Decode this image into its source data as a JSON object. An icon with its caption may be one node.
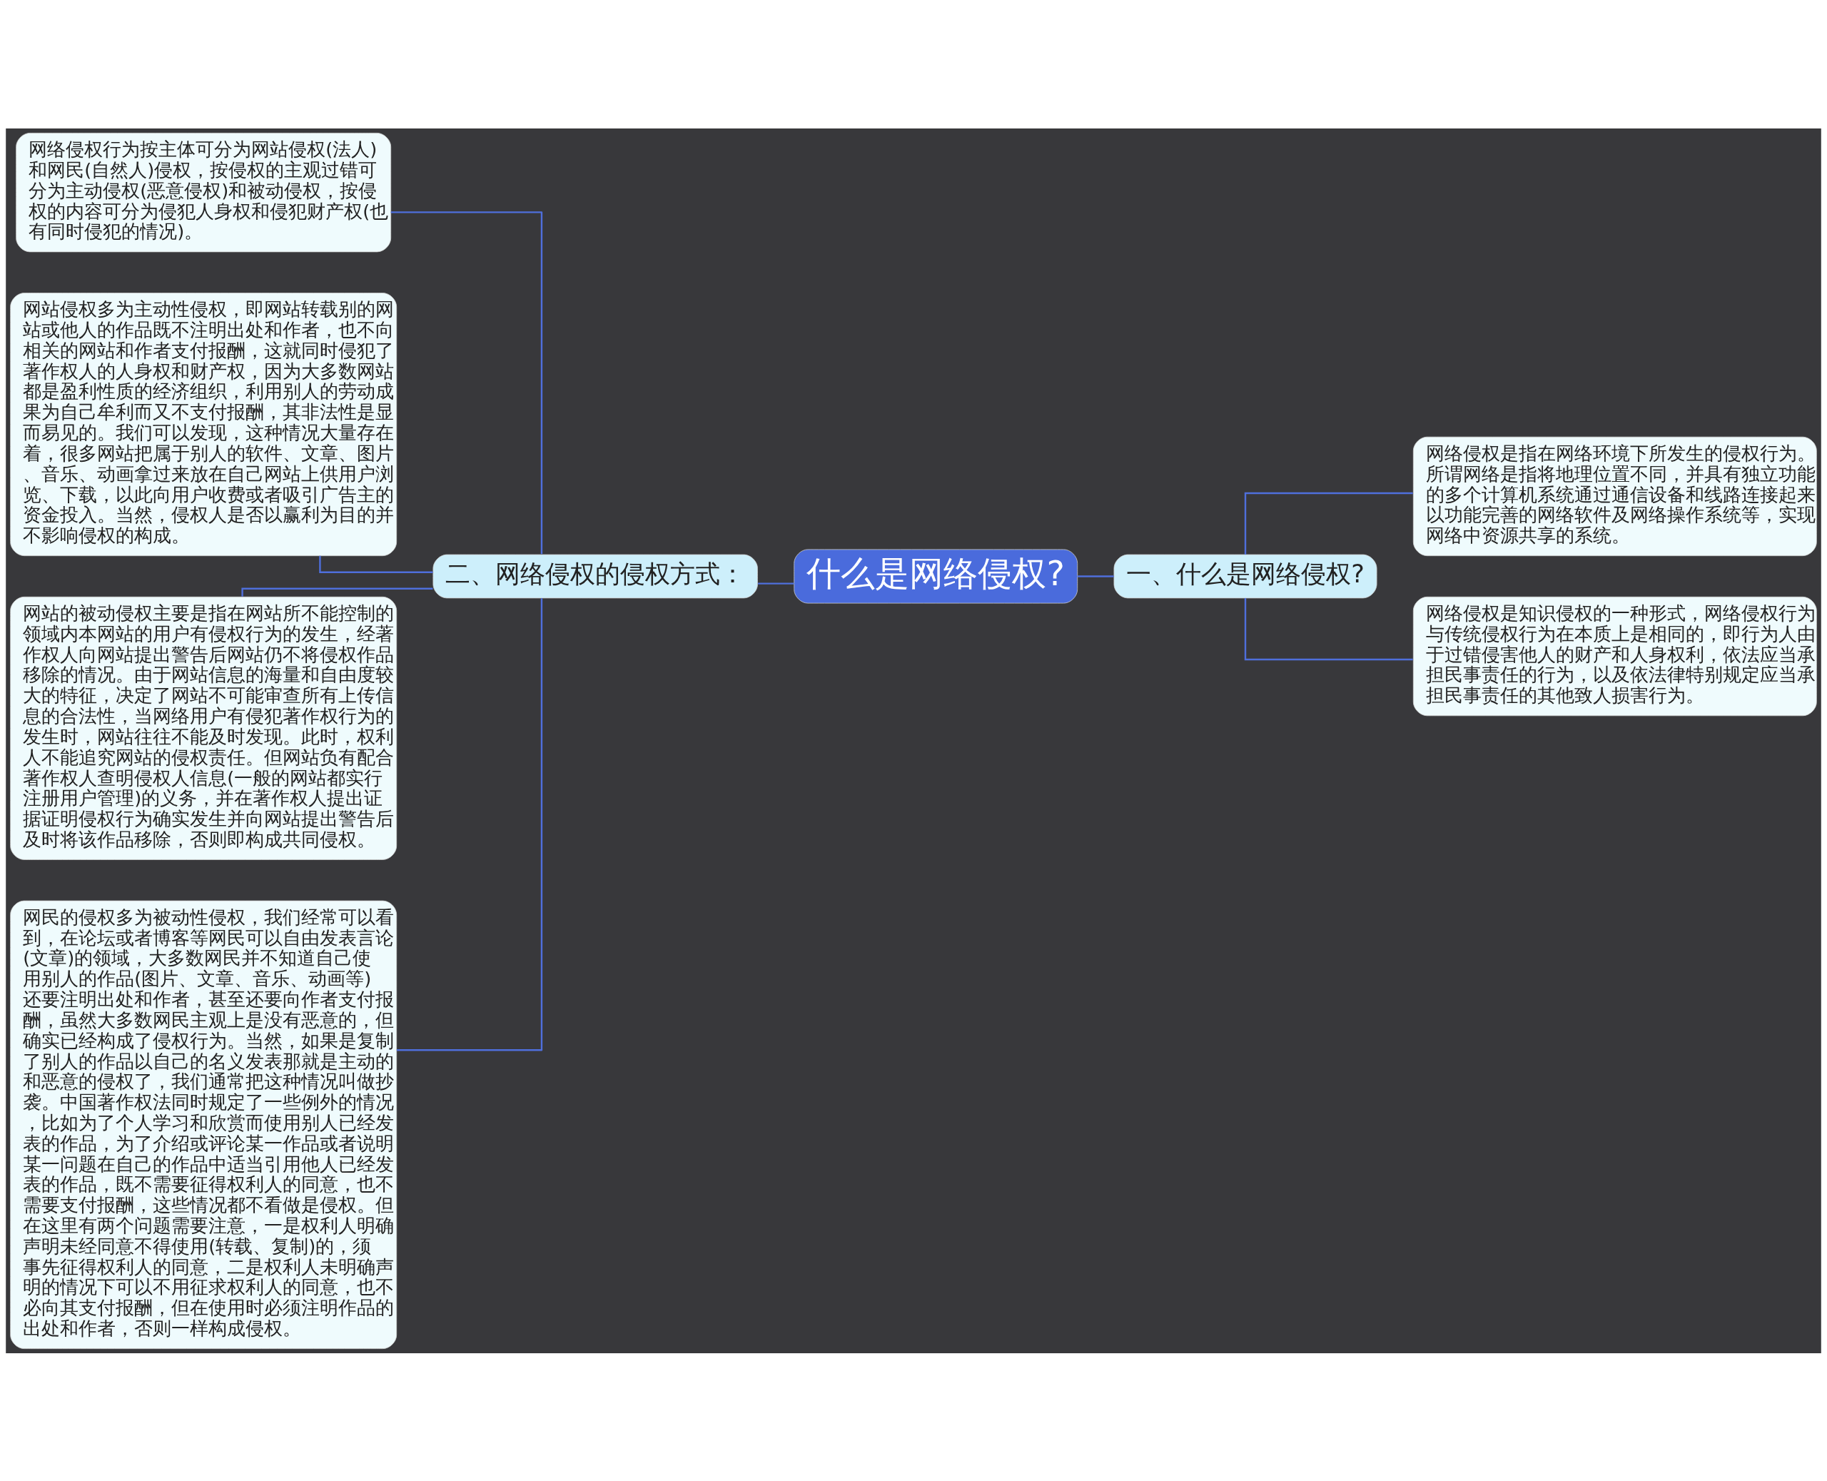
{
  "diagram": {
    "nodes": [
      {
        "text": [
          "什么是网络侵权?"
        ]
      },
      {
        "text": [
          "一、什么是网络侵权?"
        ]
      },
      {
        "text": [
          "网络侵权是指在网络环境下所发生的侵权行为。所谓网络是指将地理位置不同，并具有独立功能的多个计算机系统通过通信设备和线路连接起来以功能完善的网络软件及网络操作系统等，实现网络中资源共享的系统。"
        ]
      },
      {
        "text": [
          "网络侵权是知识侵权的一种形式，网络侵权行为与传统侵权行为在本质上是相同的，即行为人由于过错侵害他人的财产和人身权利，依法应当承担民事责任的行为，以及依法律特别规定应当承担民事责任的其他致人损害行为。"
        ]
      },
      {
        "text": [
          "二、网络侵权的侵权方式："
        ]
      },
      {
        "text": [
          "网络侵权行为按主体可分为网站侵权(法人)和网民(自然人)侵权，按侵权的主观过错可分为主动侵权(恶意侵权)和被动侵权，按侵权的内容可分为侵犯人身权和侵犯财产权(也有同时侵犯的情况)。"
        ]
      },
      {
        "text": [
          "网站侵权多为主动性侵权，即网站转载别的网站或他人的作品既不注明出处和作者，也不向相关的网站和作者支付报酬，这就同时侵犯了著作权人的人身权和财产权，因为大多数网站都是盈利性质的经济组织，利用别人的劳动成果为自己牟利而又不支付报酬，其非法性是显而易见的。我们可以发现，这种情况大量存在着，很多网站把属于别人的软件、文章、图片、音乐、动画拿过来放在自己网站上供用户浏览、下载，以此向用户收费或者吸引广告主的资金投入。当然，侵权人是否以赢利为目的并不影响侵权的构成。"
        ]
      },
      {
        "text": [
          "网站的被动侵权主要是指在网站所不能控制的领域内本网站的用户有侵权行为的发生，经著作权人向网站提出警告后网站仍不将侵权作品移除的情况。由于网站信息的海量和自由度较大的特征，决定了网站不可能审查所有上传信息的合法性，当网络用户有侵犯著作权行为的发生时，网站往往不能及时发现。此时，权利人不能追究网站的侵权责任。但网站负有配合著作权人查明侵权人信息(一般的网站都实行注册用户管理)的义务，并在著作权人提出证据证明侵权行为确实发生并向网站提出警告后及时将该作品移除，否则即构成共同侵权。"
        ]
      },
      {
        "text": [
          "网民的侵权多为被动性侵权，我们经常可以看到，在论坛或者博客等网民可以自由发表言论(文章)的领域，大多数网民并不知道自己使用别人的作品(图片、文章、音乐、动画等)还要注明出处和作者，甚至还要向作者支付报酬，虽然大多数网民主观上是没有恶意的，但确实已经构成了侵权行为。当然，如果是复制了别人的作品以自己的名义发表那就是主动的和恶意的侵权了，我们通常把这种情况叫做抄袭。中国著作权法同时规定了一些例外的情况，比如为了个人学习和欣赏而使用别人已经发表的作品，为了介绍或评论某一作品或者说明某一问题在自己的作品中适当引用他人已经发表的作品，既不需要征得权利人的同意，也不需要支付报酬，这些情况都不看做是侵权。但在这里有两个问题需要注意，一是权利人明确声明未经同意不得使用(转载、复制)的，须事先征得权利人的同意，二是权利人未明确声明的情况下可以不用征求权利人的同意，也不必向其支付报酬，但在使用时必须注明作品的出处和作者，否则一样构成侵权。"
        ]
      }
    ],
    "edges": [
      {
        "from": 0,
        "to": 1,
        "arrow": "none"
      },
      {
        "from": 1,
        "to": 2,
        "arrow": "none"
      },
      {
        "from": 1,
        "to": 3,
        "arrow": "none"
      },
      {
        "from": 0,
        "to": 4,
        "arrow": "none"
      },
      {
        "from": 4,
        "to": 5,
        "arrow": "none"
      },
      {
        "from": 4,
        "to": 6,
        "arrow": "none"
      },
      {
        "from": 4,
        "to": 7,
        "arrow": "none"
      },
      {
        "from": 4,
        "to": 8,
        "arrow": "none"
      }
    ]
  }
}
